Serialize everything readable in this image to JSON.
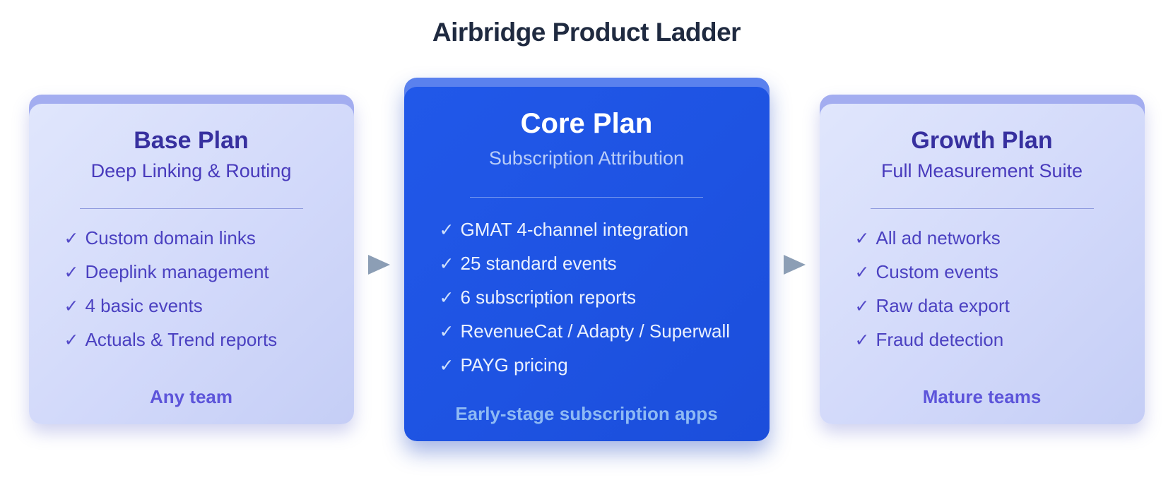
{
  "page": {
    "title": "Airbridge Product Ladder"
  },
  "icons": {
    "check": "✓",
    "arrow": "right-triangle"
  },
  "colors": {
    "title_text": "#1f2a40",
    "light_card_accent": "#a3adf0",
    "light_card_bg_top": "#e0e6fc",
    "light_card_bg_bottom": "#c5cef6",
    "light_card_title": "#37309f",
    "light_card_text": "#4b41c1",
    "light_card_footer": "#5d55da",
    "primary_card_accent": "#5a81ee",
    "primary_card_bg": "#1e53e2",
    "primary_card_title": "#ffffff",
    "primary_card_subtitle": "#b9cdf8",
    "primary_card_text": "#eaf1fe",
    "primary_card_footer": "#8ebaf4",
    "arrow": "#8c9eb5"
  },
  "plans": [
    {
      "id": "base-plan",
      "title": "Base Plan",
      "subtitle": "Deep Linking & Routing",
      "features": [
        "Custom domain links",
        "Deeplink management",
        "4 basic events",
        "Actuals & Trend reports"
      ],
      "footer": "Any team"
    },
    {
      "id": "core-plan",
      "title": "Core Plan",
      "subtitle": "Subscription Attribution",
      "features": [
        "GMAT 4-channel integration",
        "25 standard events",
        "6 subscription reports",
        "RevenueCat / Adapty / Superwall",
        "PAYG pricing"
      ],
      "footer": "Early-stage subscription apps"
    },
    {
      "id": "growth-plan",
      "title": "Growth Plan",
      "subtitle": "Full Measurement Suite",
      "features": [
        "All ad networks",
        "Custom events",
        "Raw data export",
        "Fraud detection"
      ],
      "footer": "Mature teams"
    }
  ]
}
